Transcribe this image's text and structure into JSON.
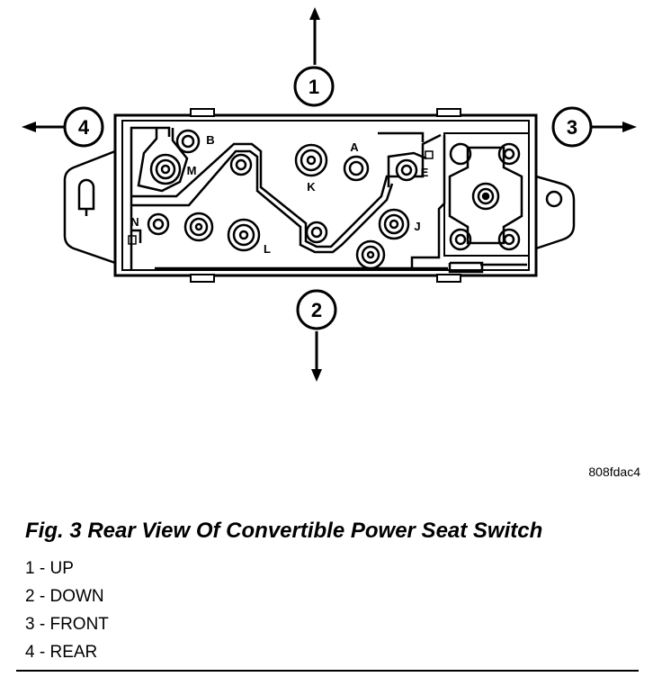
{
  "figure": {
    "id": "808fdac4",
    "caption": "Fig. 3 Rear View Of Convertible Power Seat Switch"
  },
  "callouts": [
    {
      "number": "1",
      "direction": "up"
    },
    {
      "number": "2",
      "direction": "down"
    },
    {
      "number": "3",
      "direction": "right"
    },
    {
      "number": "4",
      "direction": "left"
    }
  ],
  "terminals": [
    "A",
    "B",
    "E",
    "J",
    "K",
    "L",
    "M",
    "N"
  ],
  "legend": [
    {
      "number": "1",
      "text": "UP"
    },
    {
      "number": "2",
      "text": "DOWN"
    },
    {
      "number": "3",
      "text": "FRONT"
    },
    {
      "number": "4",
      "text": "REAR"
    }
  ]
}
